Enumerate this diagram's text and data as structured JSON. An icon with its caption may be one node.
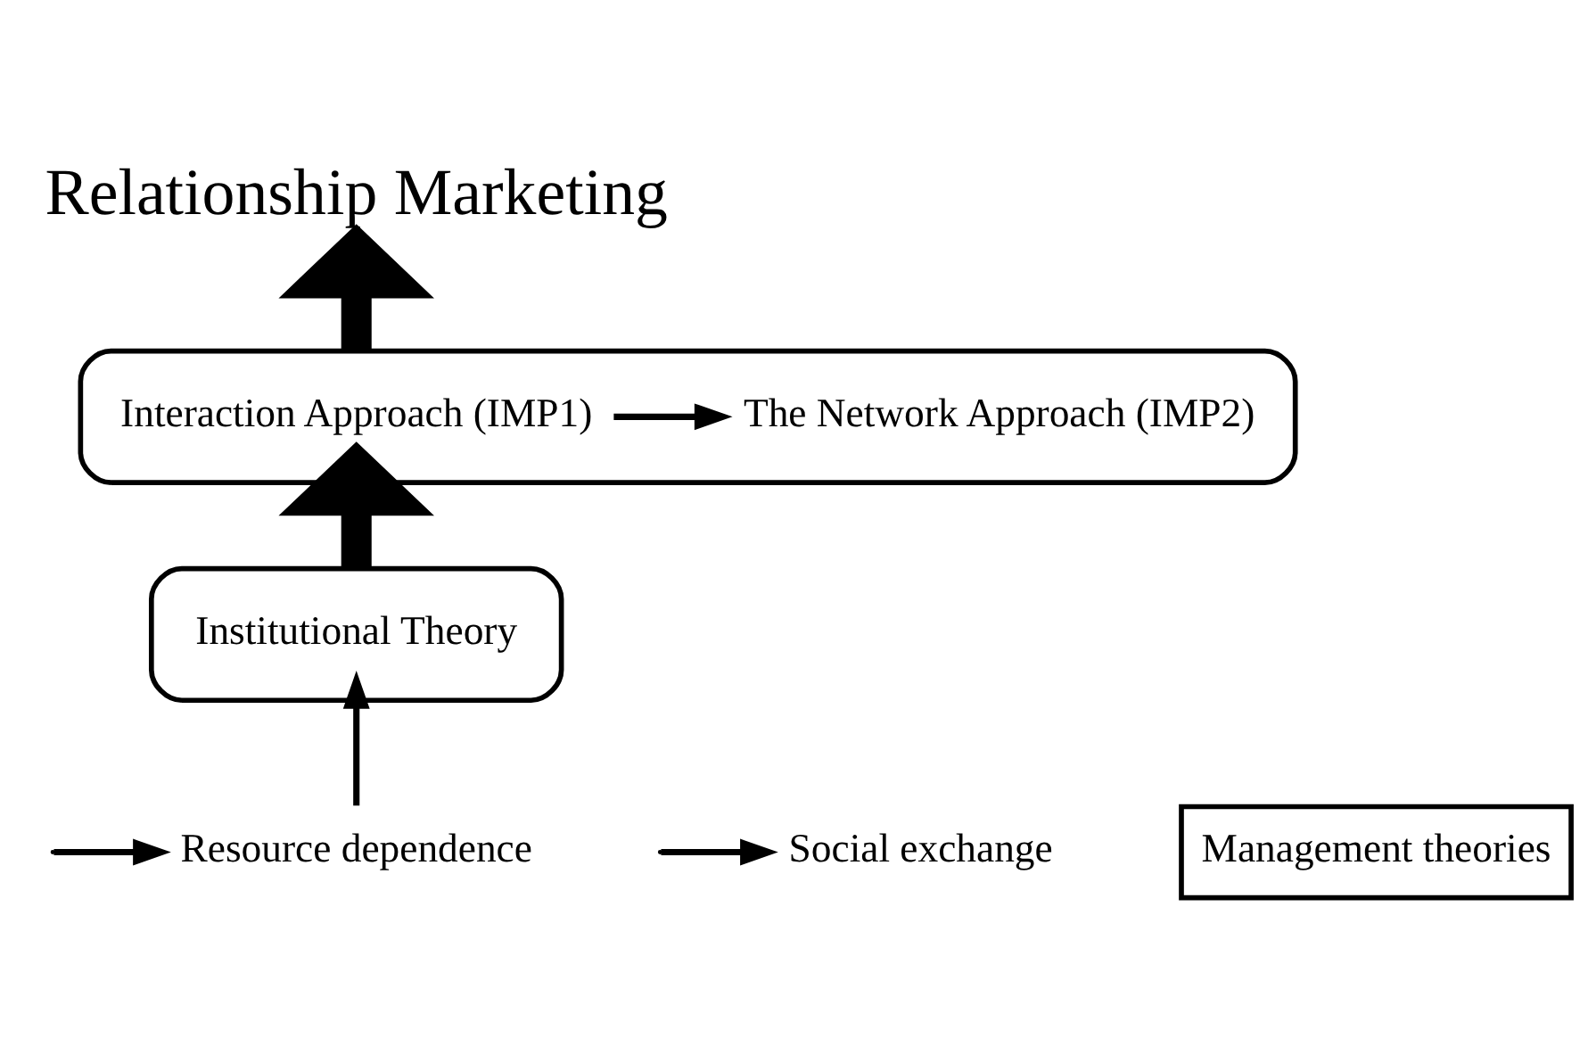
{
  "diagram": {
    "nodes": [
      {
        "text": [
          "Relationship Marketing"
        ]
      },
      {
        "text": [],
        "shape": "bracket"
      },
      {
        "text": [
          "Interaction Approach (IMP1)"
        ],
        "in": 1
      },
      {
        "text": [
          "The Network Approach (IMP2)"
        ],
        "in": 1
      },
      {
        "text": [],
        "shape": "bracket"
      },
      {
        "text": [
          "Institutional Theory"
        ],
        "in": 4
      },
      {
        "text": [
          "Resource dependence"
        ]
      },
      {
        "text": [
          "Social exchange"
        ]
      },
      {
        "text": [
          "Management theories"
        ]
      }
    ],
    "edges": [
      {
        "from": 1,
        "to": 0,
        "arrow": "to",
        "style": "thick"
      },
      {
        "from": 2,
        "to": 3,
        "arrow": "to"
      },
      {
        "from": 4,
        "to": 2,
        "arrow": "to",
        "style": "thick"
      },
      {
        "from": 6,
        "to": 5,
        "arrow": "to"
      },
      {
        "from": null,
        "to": 6,
        "arrow": "to"
      },
      {
        "from": null,
        "to": 7,
        "arrow": "to"
      }
    ]
  }
}
